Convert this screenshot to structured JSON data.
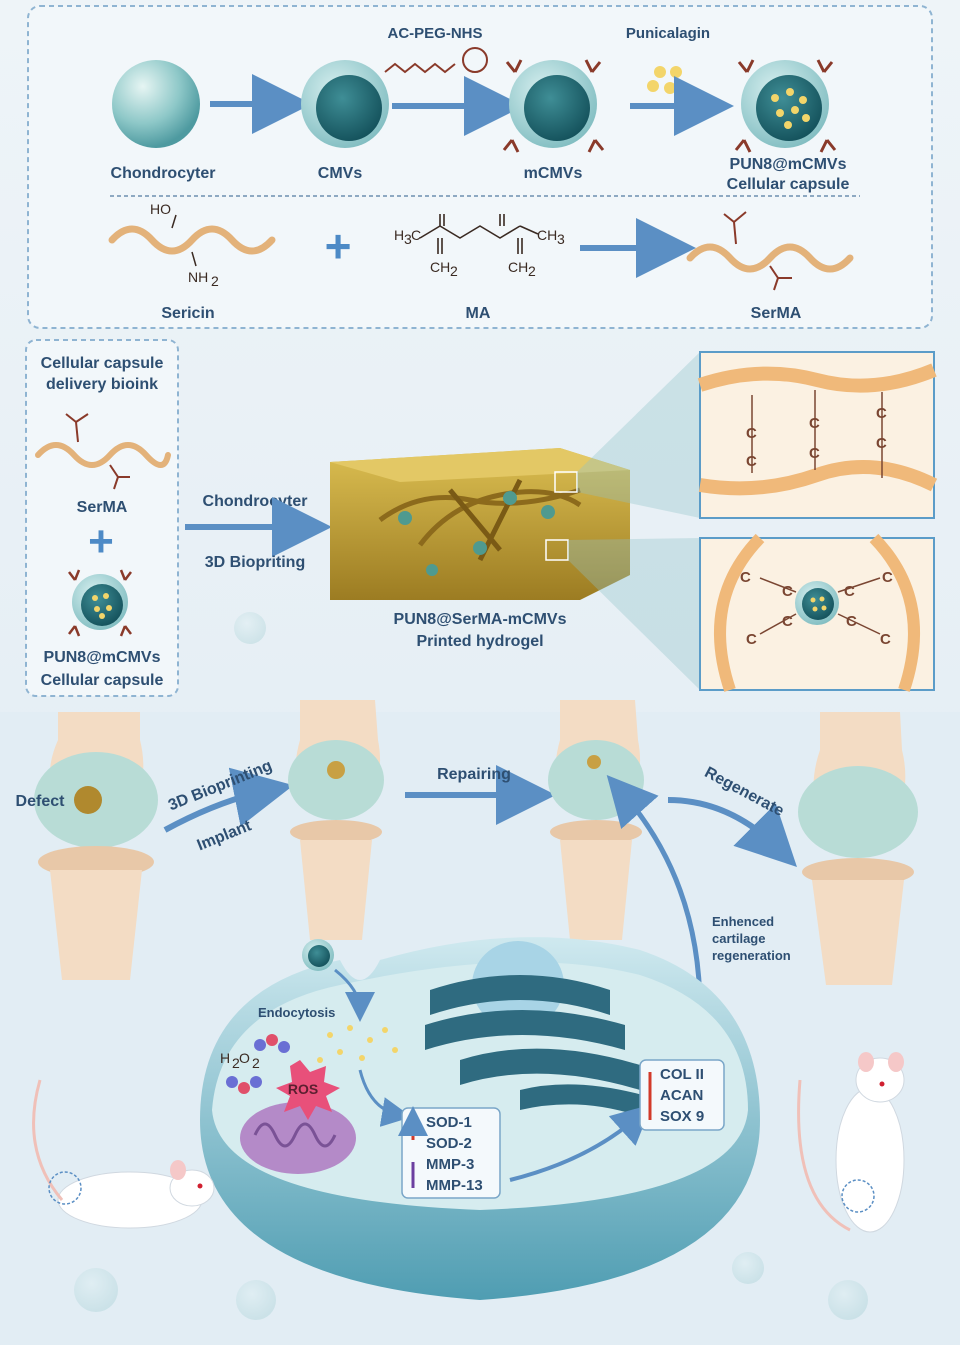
{
  "panel_a": {
    "reagent_1": "AC-PEG-NHS",
    "reagent_2": "Punicalagin",
    "items": [
      "Chondrocyter",
      "CMVs",
      "mCMVs",
      "PUN8@mCMVs",
      "Cellular capsule"
    ],
    "sericin": "Sericin",
    "ma": "MA",
    "serma": "SerMA",
    "ho": "HO",
    "nh": "NH",
    "sub2": "2",
    "h3c": "H",
    "sub3": "3",
    "c_letter": "C",
    "ch3": "CH",
    "ch2": "CH"
  },
  "panel_b": {
    "bioink_title_1": "Cellular capsule",
    "bioink_title_2": "delivery bioink",
    "serma": "SerMA",
    "capsule_1": "PUN8@mCMVs",
    "capsule_2": "Cellular capsule",
    "arrow_top": "Chondrocyter",
    "arrow_bottom": "3D Biopriting",
    "hydrogel_1": "PUN8@SerMA-mCMVs",
    "hydrogel_2": "Printed hydrogel",
    "bond_c": "C"
  },
  "panel_c": {
    "defect": "Defect",
    "bioprinting": "3D Bioprinting",
    "implant": "Implant",
    "repairing": "Repairing",
    "regenerate": "Regenerate",
    "enhanced_1": "Enhenced",
    "enhanced_2": "cartilage",
    "enhanced_3": "regeneration",
    "endocytosis": "Endocytosis",
    "h2o2": "H",
    "h2o2_b": "O",
    "sub2": "2",
    "ros": "ROS",
    "genes_1": [
      "SOD-1",
      "SOD-2",
      "MMP-3",
      "MMP-13"
    ],
    "genes_2": [
      "COL II",
      "ACAN",
      "SOX 9"
    ]
  },
  "colors": {
    "arrow": "#5b8fc4",
    "text": "#2e4f72",
    "sericin": "#e3b27a",
    "cell": "#8fc7cf",
    "hydrogel": "#c9a73b"
  }
}
